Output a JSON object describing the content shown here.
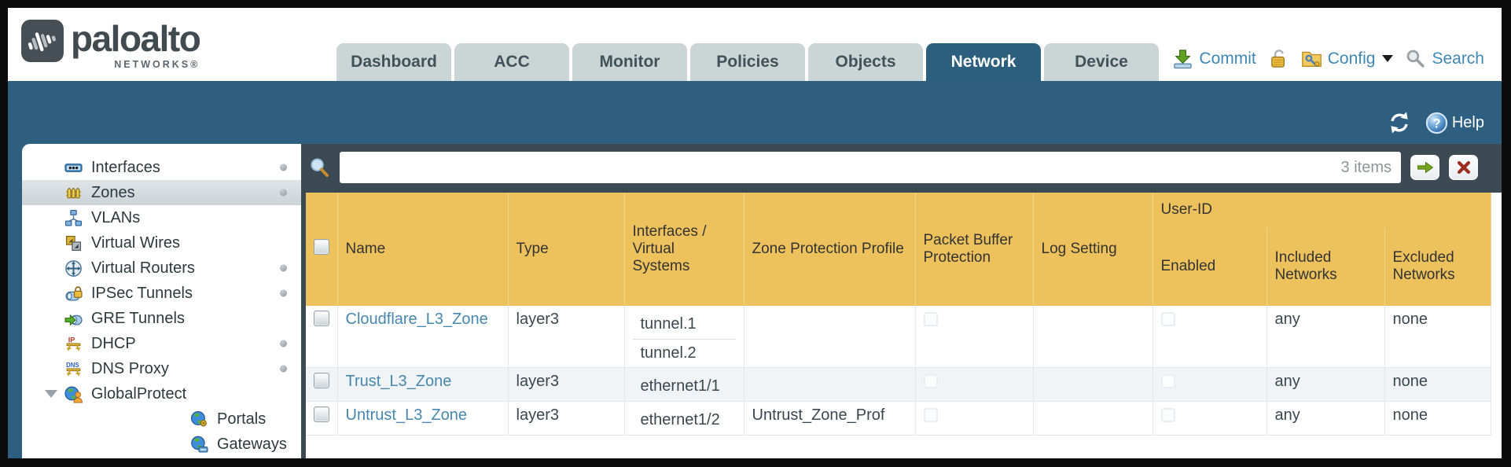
{
  "header": {
    "logo": {
      "brand": "paloalto",
      "sub": "NETWORKS®"
    },
    "tabs": [
      {
        "label": "Dashboard",
        "active": false
      },
      {
        "label": "ACC",
        "active": false
      },
      {
        "label": "Monitor",
        "active": false
      },
      {
        "label": "Policies",
        "active": false
      },
      {
        "label": "Objects",
        "active": false
      },
      {
        "label": "Network",
        "active": true
      },
      {
        "label": "Device",
        "active": false
      }
    ],
    "utilities": [
      {
        "id": "commit",
        "label": "Commit",
        "icon": "commit-icon",
        "caret": false
      },
      {
        "id": "lock",
        "label": "",
        "icon": "lock-icon",
        "caret": false
      },
      {
        "id": "config",
        "label": "Config",
        "icon": "config-icon",
        "caret": true
      },
      {
        "id": "search",
        "label": "Search",
        "icon": "search-icon",
        "caret": false
      }
    ]
  },
  "subheader": {
    "help_label": "Help"
  },
  "sidebar": {
    "items": [
      {
        "label": "Interfaces",
        "icon": "interfaces-icon",
        "dot": true,
        "selected": false,
        "expander": false,
        "indent": false
      },
      {
        "label": "Zones",
        "icon": "zones-icon",
        "dot": true,
        "selected": true,
        "expander": false,
        "indent": false
      },
      {
        "label": "VLANs",
        "icon": "vlans-icon",
        "dot": false,
        "selected": false,
        "expander": false,
        "indent": false
      },
      {
        "label": "Virtual Wires",
        "icon": "virtual-wires-icon",
        "dot": false,
        "selected": false,
        "expander": false,
        "indent": false
      },
      {
        "label": "Virtual Routers",
        "icon": "virtual-routers-icon",
        "dot": true,
        "selected": false,
        "expander": false,
        "indent": false
      },
      {
        "label": "IPSec Tunnels",
        "icon": "ipsec-tunnels-icon",
        "dot": true,
        "selected": false,
        "expander": false,
        "indent": false
      },
      {
        "label": "GRE Tunnels",
        "icon": "gre-tunnels-icon",
        "dot": false,
        "selected": false,
        "expander": false,
        "indent": false
      },
      {
        "label": "DHCP",
        "icon": "dhcp-icon",
        "dot": true,
        "selected": false,
        "expander": false,
        "indent": false
      },
      {
        "label": "DNS Proxy",
        "icon": "dns-proxy-icon",
        "dot": true,
        "selected": false,
        "expander": false,
        "indent": false
      },
      {
        "label": "GlobalProtect",
        "icon": "globalprotect-icon",
        "dot": false,
        "selected": false,
        "expander": true,
        "indent": false
      },
      {
        "label": "Portals",
        "icon": "portals-icon",
        "dot": false,
        "selected": false,
        "expander": false,
        "indent": true
      },
      {
        "label": "Gateways",
        "icon": "gateways-icon",
        "dot": false,
        "selected": false,
        "expander": false,
        "indent": true
      }
    ]
  },
  "filterbar": {
    "search_value": "",
    "count_label": "3 items"
  },
  "table": {
    "user_id_group_label": "User-ID",
    "columns": [
      "",
      "Name",
      "Type",
      "Interfaces / Virtual Systems",
      "Zone Protection Profile",
      "Packet Buffer Protection",
      "Log Setting",
      "Enabled",
      "Included Networks",
      "Excluded Networks"
    ],
    "rows": [
      {
        "name": "Cloudflare_L3_Zone",
        "type": "layer3",
        "interfaces": [
          "tunnel.1",
          "tunnel.2"
        ],
        "zone_protection_profile": "",
        "packet_buffer_protection": false,
        "log_setting": "",
        "user_id_enabled": false,
        "included_networks": "any",
        "excluded_networks": "none"
      },
      {
        "name": "Trust_L3_Zone",
        "type": "layer3",
        "interfaces": [
          "ethernet1/1"
        ],
        "zone_protection_profile": "",
        "packet_buffer_protection": false,
        "log_setting": "",
        "user_id_enabled": false,
        "included_networks": "any",
        "excluded_networks": "none"
      },
      {
        "name": "Untrust_L3_Zone",
        "type": "layer3",
        "interfaces": [
          "ethernet1/2"
        ],
        "zone_protection_profile": "Untrust_Zone_Prof",
        "packet_buffer_protection": false,
        "log_setting": "",
        "user_id_enabled": false,
        "included_networks": "any",
        "excluded_networks": "none"
      }
    ]
  }
}
